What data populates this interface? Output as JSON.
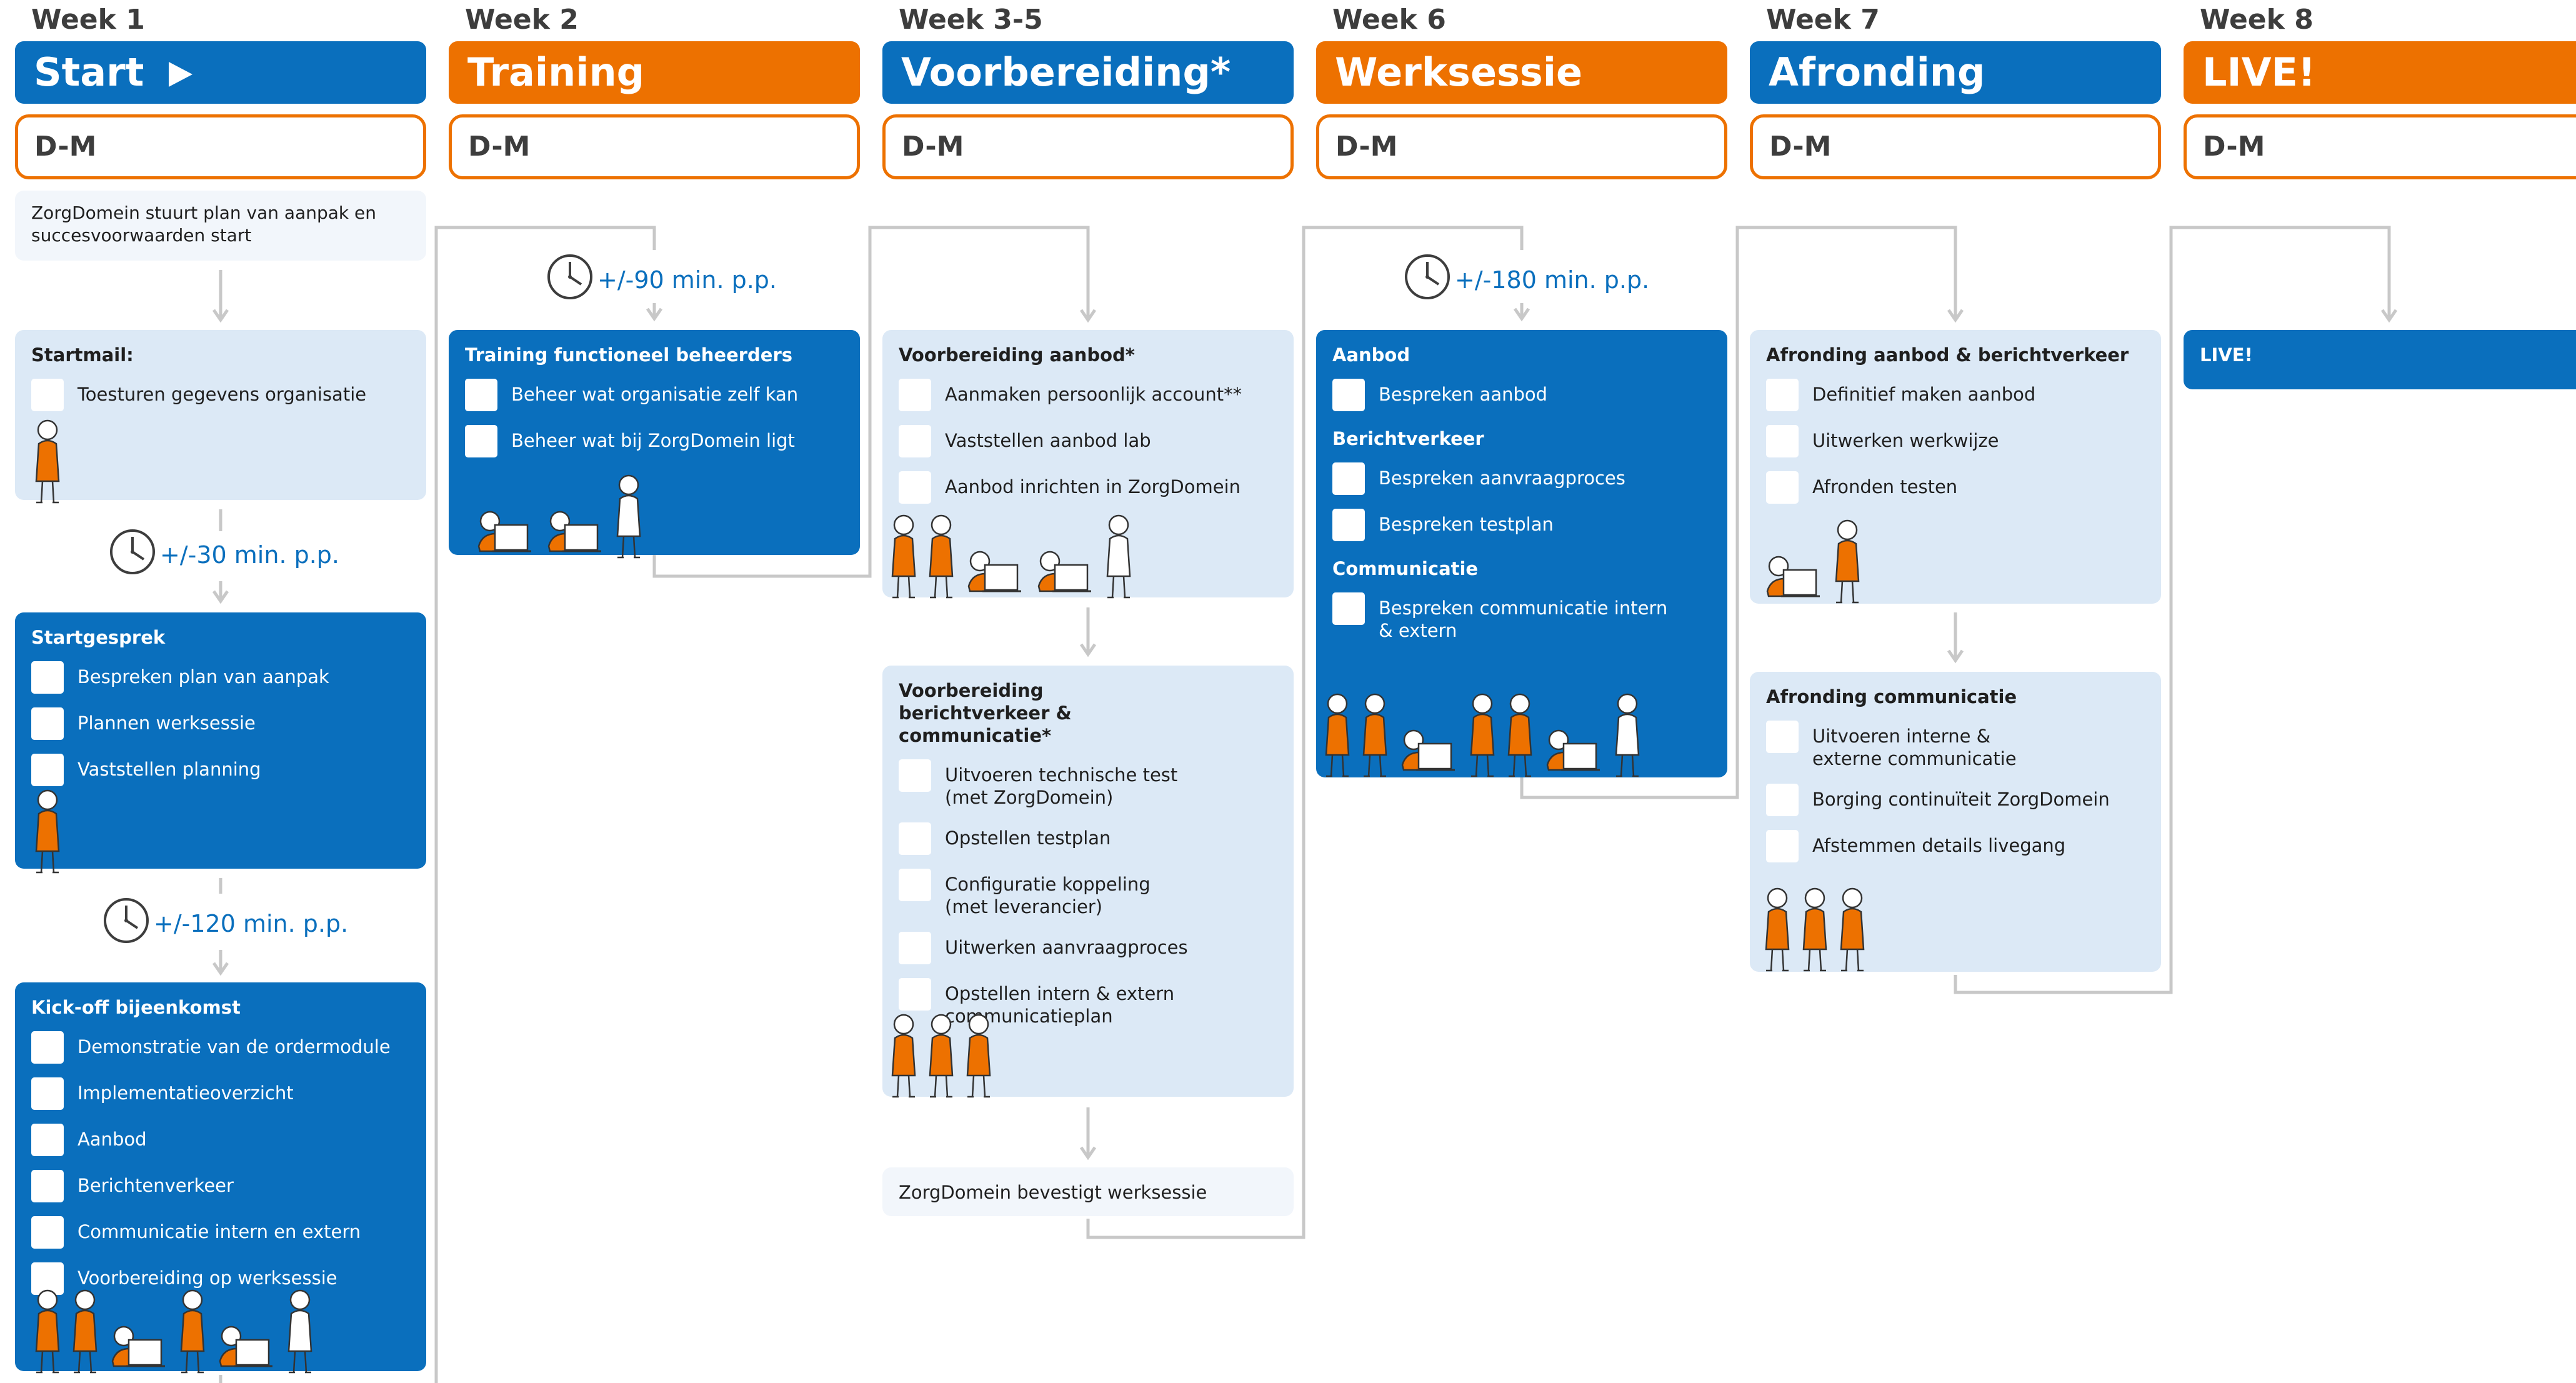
{
  "columns": [
    {
      "week": "Week 1",
      "phase": "Start",
      "phase_color": "#0a6fbd",
      "date": "D-M"
    },
    {
      "week": "Week 2",
      "phase": "Training",
      "phase_color": "#ed7100",
      "date": "D-M"
    },
    {
      "week": "Week 3-5",
      "phase": "Voorbereiding*",
      "phase_color": "#0a6fbd",
      "date": "D-M"
    },
    {
      "week": "Week 6",
      "phase": "Werksessie",
      "phase_color": "#ed7100",
      "date": "D-M"
    },
    {
      "week": "Week 7",
      "phase": "Afronding",
      "phase_color": "#0a6fbd",
      "date": "D-M"
    },
    {
      "week": "Week 8",
      "phase": "LIVE!",
      "phase_color": "#ed7100",
      "date": "D-M"
    }
  ],
  "durations": {
    "start_30": "+/-30 min. p.p.",
    "start_120": "+/-120 min. p.p.",
    "training_90": "+/-90 min. p.p.",
    "werksessie_180": "+/-180 min. p.p."
  },
  "start": {
    "intro": "ZorgDomein stuurt plan van aanpak en succesvoorwaarden start",
    "startmail": {
      "title": "Startmail:",
      "items": [
        "Toesturen gegevens organisatie"
      ]
    },
    "startgesprek": {
      "title": "Startgesprek",
      "items": [
        "Bespreken plan van aanpak",
        "Plannen werksessie",
        "Vaststellen planning"
      ]
    },
    "kickoff": {
      "title": "Kick-off bijeenkomst",
      "items": [
        "Demonstratie van de ordermodule",
        "Implementatieoverzicht",
        "Aanbod",
        "Berichtenverkeer",
        "Communicatie intern en extern",
        "Voorbereiding op werksessie"
      ]
    }
  },
  "training": {
    "card": {
      "title": "Training functioneel beheerders",
      "items": [
        "Beheer wat organisatie zelf kan",
        "Beheer wat bij ZorgDomein ligt"
      ]
    }
  },
  "voorbereiding": {
    "aanbod": {
      "title": "Voorbereiding aanbod*",
      "items": [
        "Aanmaken persoonlijk account**",
        "Vaststellen aanbod lab",
        "Aanbod inrichten in ZorgDomein"
      ]
    },
    "berichtverkeer": {
      "title": "Voorbereiding berichtverkeer & communicatie*",
      "items": [
        "Uitvoeren technische test (met ZorgDomein)",
        "Opstellen testplan",
        "Configuratie koppeling (met leverancier)",
        "Uitwerken aanvraagproces",
        "Opstellen intern & extern communicatieplan"
      ]
    },
    "bevestigt": "ZorgDomein bevestigt werksessie"
  },
  "werksessie": {
    "aanbod": {
      "title": "Aanbod",
      "items": [
        "Bespreken aanbod"
      ]
    },
    "berichtverkeer": {
      "title": "Berichtverkeer",
      "items": [
        "Bespreken aanvraagproces",
        "Bespreken testplan"
      ]
    },
    "communicatie": {
      "title": "Communicatie",
      "items": [
        "Bespreken communicatie intern & extern"
      ]
    }
  },
  "afronding": {
    "aanbod": {
      "title": "Afronding aanbod & berichtverkeer",
      "items": [
        "Definitief maken aanbod",
        "Uitwerken werkwijze",
        "Afronden testen"
      ]
    },
    "communicatie": {
      "title": "Afronding communicatie",
      "items": [
        "Uitvoeren interne & externe communicatie",
        "Borging continuïteit ZorgDomein",
        "Afstemmen details livegang"
      ]
    }
  },
  "live": {
    "label": "LIVE!"
  },
  "colors": {
    "blue": "#0a6fbd",
    "orange": "#ed7100",
    "light_blue": "#dce9f6",
    "connector": "#c8c8c8"
  },
  "icons": [
    "play-icon",
    "clock-icon",
    "person-icon",
    "laptop-person-icon"
  ]
}
